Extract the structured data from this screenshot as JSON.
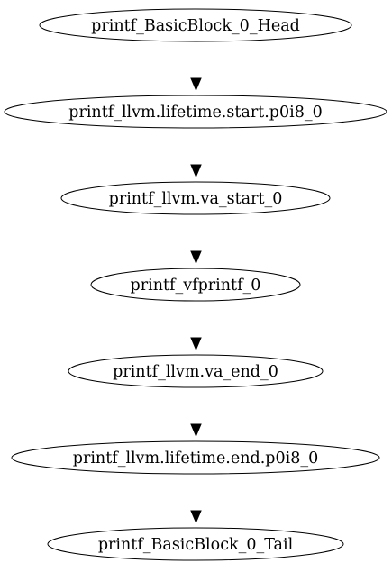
{
  "graph": {
    "nodes": [
      {
        "id": "n0",
        "label": "printf_BasicBlock_0_Head"
      },
      {
        "id": "n1",
        "label": "printf_llvm.lifetime.start.p0i8_0"
      },
      {
        "id": "n2",
        "label": "printf_llvm.va_start_0"
      },
      {
        "id": "n3",
        "label": "printf_vfprintf_0"
      },
      {
        "id": "n4",
        "label": "printf_llvm.va_end_0"
      },
      {
        "id": "n5",
        "label": "printf_llvm.lifetime.end.p0i8_0"
      },
      {
        "id": "n6",
        "label": "printf_BasicBlock_0_Tail"
      }
    ],
    "edges": [
      {
        "from": "n0",
        "to": "n1"
      },
      {
        "from": "n1",
        "to": "n2"
      },
      {
        "from": "n2",
        "to": "n3"
      },
      {
        "from": "n3",
        "to": "n4"
      },
      {
        "from": "n4",
        "to": "n5"
      },
      {
        "from": "n5",
        "to": "n6"
      }
    ],
    "colors": {
      "stroke": "#000000",
      "fill": "#ffffff",
      "text": "#000000"
    }
  }
}
